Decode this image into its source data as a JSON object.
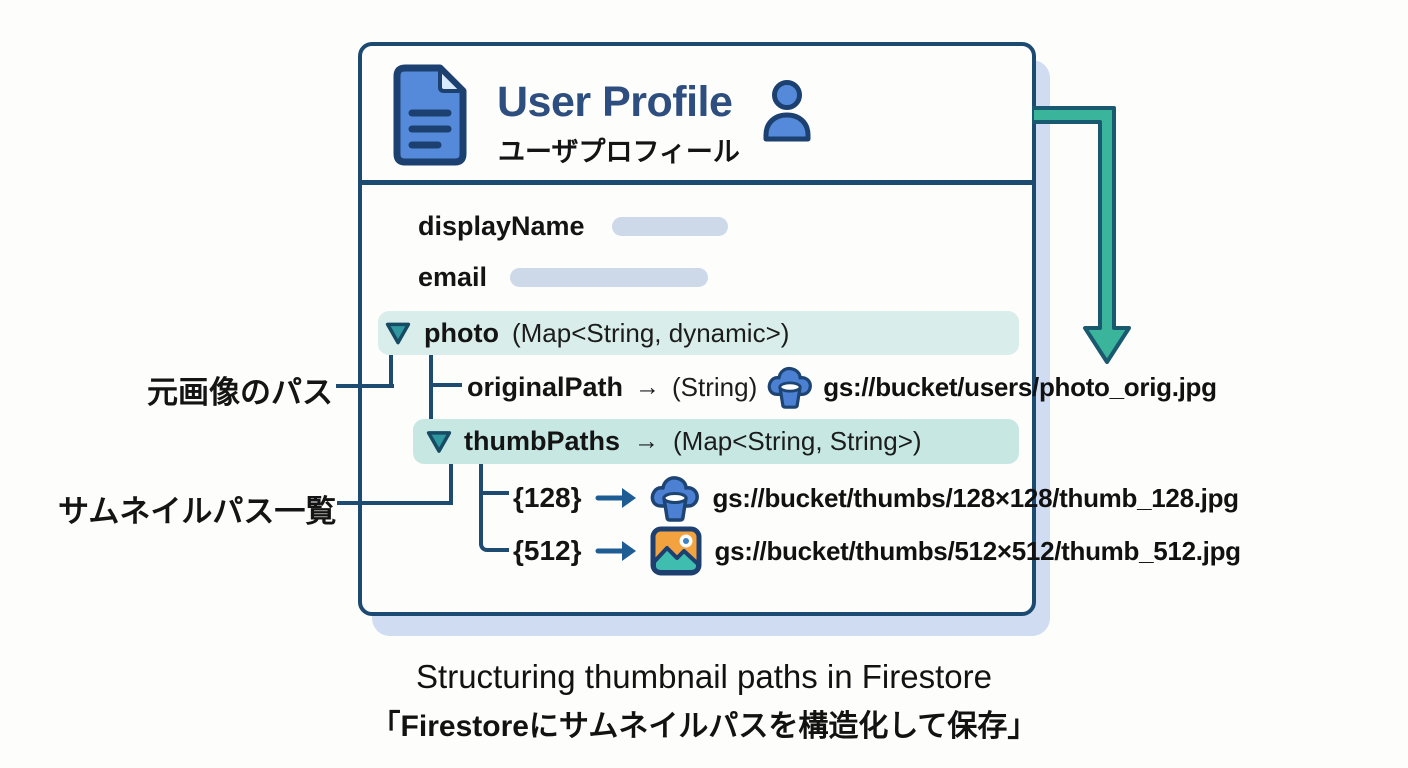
{
  "header": {
    "title": "User Profile",
    "subtitle": "ユーザプロフィール"
  },
  "fields": {
    "display_name": {
      "label": "displayName"
    },
    "email": {
      "label": "email"
    },
    "photo": {
      "label": "photo",
      "type": "(Map<String, dynamic>)"
    },
    "original_path": {
      "label": "originalPath",
      "arrow": "→",
      "type": "(String)",
      "value": "gs://bucket/users/photo_orig.jpg"
    },
    "thumb_paths": {
      "label": "thumbPaths",
      "arrow": "→",
      "type": "(Map<String, String>)"
    },
    "thumb_128": {
      "key": "{128}",
      "value": "gs://bucket/thumbs/128×128/thumb_128.jpg"
    },
    "thumb_512": {
      "key": "{512}",
      "value": "gs://bucket/thumbs/512×512/thumb_512.jpg"
    }
  },
  "annotations": {
    "original_path": "元画像のパス",
    "thumb_paths": "サムネイルパス一覧"
  },
  "caption": {
    "title_en": "Structuring thumbnail paths in Firestore",
    "title_ja": "「Firestoreにサムネイルパスを構造化して保存」"
  },
  "icons": {
    "header_left": "document-icon",
    "header_right": "person-icon",
    "expand": "triangle-down-icon",
    "storage": "cloud-bucket-icon",
    "image": "image-icon",
    "flow": "flow-arrow-down-icon",
    "map_entry": "arrow-right-icon"
  },
  "colors": {
    "card_border": "#1d4a70",
    "card_shadow": "#cfdcf1",
    "title_blue": "#2d4e7e",
    "band_photo": "#d9eeea",
    "band_thumbs": "#c7e8e2",
    "placeholder_pill": "#cdd9e9",
    "tree_line": "#1e4b70",
    "flow_arrow_teal": "#3bb49c",
    "entry_arrow_blue": "#1e5c94",
    "icon_blue": "#548ad9",
    "icon_orange": "#f2a23e",
    "icon_teal": "#3fbdae"
  }
}
